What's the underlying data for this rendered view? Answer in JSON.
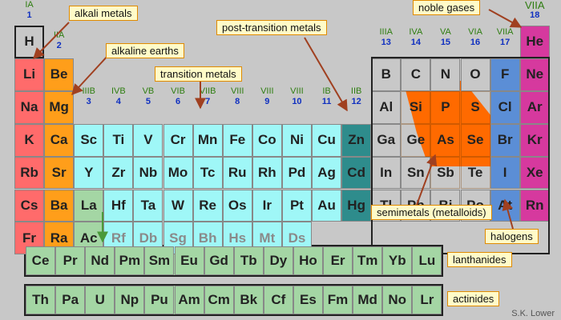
{
  "groups": [
    {
      "roman": "IA",
      "num": "1"
    },
    {
      "roman": "IIA",
      "num": "2"
    },
    {
      "roman": "IIIB",
      "num": "3"
    },
    {
      "roman": "IVB",
      "num": "4"
    },
    {
      "roman": "VB",
      "num": "5"
    },
    {
      "roman": "VIB",
      "num": "6"
    },
    {
      "roman": "VIIB",
      "num": "7"
    },
    {
      "roman": "VIII",
      "num": "8"
    },
    {
      "roman": "VIII",
      "num": "9"
    },
    {
      "roman": "VIII",
      "num": "10"
    },
    {
      "roman": "IB",
      "num": "11"
    },
    {
      "roman": "IIB",
      "num": "12"
    },
    {
      "roman": "IIIA",
      "num": "13"
    },
    {
      "roman": "IVA",
      "num": "14"
    },
    {
      "roman": "VA",
      "num": "15"
    },
    {
      "roman": "VIA",
      "num": "16"
    },
    {
      "roman": "VIIA",
      "num": "17"
    },
    {
      "roman": "VIIA",
      "num": "18"
    }
  ],
  "elements": [
    {
      "symbol": "H",
      "col": 1,
      "row": 1,
      "category": "hydrogen"
    },
    {
      "symbol": "He",
      "col": 18,
      "row": 1,
      "category": "noble"
    },
    {
      "symbol": "Li",
      "col": 1,
      "row": 2,
      "category": "alkali"
    },
    {
      "symbol": "Be",
      "col": 2,
      "row": 2,
      "category": "alkaline"
    },
    {
      "symbol": "B",
      "col": 13,
      "row": 2,
      "category": "semimetal"
    },
    {
      "symbol": "C",
      "col": 14,
      "row": 2,
      "category": "nonmetal"
    },
    {
      "symbol": "N",
      "col": 15,
      "row": 2,
      "category": "nonmetal"
    },
    {
      "symbol": "O",
      "col": 16,
      "row": 2,
      "category": "nonmetal"
    },
    {
      "symbol": "F",
      "col": 17,
      "row": 2,
      "category": "halogen"
    },
    {
      "symbol": "Ne",
      "col": 18,
      "row": 2,
      "category": "noble"
    },
    {
      "symbol": "Na",
      "col": 1,
      "row": 3,
      "category": "alkali"
    },
    {
      "symbol": "Mg",
      "col": 2,
      "row": 3,
      "category": "alkaline"
    },
    {
      "symbol": "Al",
      "col": 13,
      "row": 3,
      "category": "posttransition"
    },
    {
      "symbol": "Si",
      "col": 14,
      "row": 3,
      "category": "semimetal"
    },
    {
      "symbol": "P",
      "col": 15,
      "row": 3,
      "category": "semimetal"
    },
    {
      "symbol": "S",
      "col": 16,
      "row": 3,
      "category": "semimetal"
    },
    {
      "symbol": "Cl",
      "col": 17,
      "row": 3,
      "category": "halogen"
    },
    {
      "symbol": "Ar",
      "col": 18,
      "row": 3,
      "category": "noble"
    },
    {
      "symbol": "K",
      "col": 1,
      "row": 4,
      "category": "alkali"
    },
    {
      "symbol": "Ca",
      "col": 2,
      "row": 4,
      "category": "alkaline"
    },
    {
      "symbol": "Sc",
      "col": 3,
      "row": 4,
      "category": "transition"
    },
    {
      "symbol": "Ti",
      "col": 4,
      "row": 4,
      "category": "transition"
    },
    {
      "symbol": "V",
      "col": 5,
      "row": 4,
      "category": "transition"
    },
    {
      "symbol": "Cr",
      "col": 6,
      "row": 4,
      "category": "transition"
    },
    {
      "symbol": "Mn",
      "col": 7,
      "row": 4,
      "category": "transition"
    },
    {
      "symbol": "Fe",
      "col": 8,
      "row": 4,
      "category": "transition"
    },
    {
      "symbol": "Co",
      "col": 9,
      "row": 4,
      "category": "transition"
    },
    {
      "symbol": "Ni",
      "col": 10,
      "row": 4,
      "category": "transition"
    },
    {
      "symbol": "Cu",
      "col": 11,
      "row": 4,
      "category": "transition"
    },
    {
      "symbol": "Zn",
      "col": 12,
      "row": 4,
      "category": "group12"
    },
    {
      "symbol": "Ga",
      "col": 13,
      "row": 4,
      "category": "posttransition"
    },
    {
      "symbol": "Ge",
      "col": 14,
      "row": 4,
      "category": "semimetal"
    },
    {
      "symbol": "As",
      "col": 15,
      "row": 4,
      "category": "semimetal"
    },
    {
      "symbol": "Se",
      "col": 16,
      "row": 4,
      "category": "semimetal"
    },
    {
      "symbol": "Br",
      "col": 17,
      "row": 4,
      "category": "halogen"
    },
    {
      "symbol": "Kr",
      "col": 18,
      "row": 4,
      "category": "noble"
    },
    {
      "symbol": "Rb",
      "col": 1,
      "row": 5,
      "category": "alkali"
    },
    {
      "symbol": "Sr",
      "col": 2,
      "row": 5,
      "category": "alkaline"
    },
    {
      "symbol": "Y",
      "col": 3,
      "row": 5,
      "category": "transition"
    },
    {
      "symbol": "Zr",
      "col": 4,
      "row": 5,
      "category": "transition"
    },
    {
      "symbol": "Nb",
      "col": 5,
      "row": 5,
      "category": "transition"
    },
    {
      "symbol": "Mo",
      "col": 6,
      "row": 5,
      "category": "transition"
    },
    {
      "symbol": "Tc",
      "col": 7,
      "row": 5,
      "category": "transition"
    },
    {
      "symbol": "Ru",
      "col": 8,
      "row": 5,
      "category": "transition"
    },
    {
      "symbol": "Rh",
      "col": 9,
      "row": 5,
      "category": "transition"
    },
    {
      "symbol": "Pd",
      "col": 10,
      "row": 5,
      "category": "transition"
    },
    {
      "symbol": "Ag",
      "col": 11,
      "row": 5,
      "category": "transition"
    },
    {
      "symbol": "Cd",
      "col": 12,
      "row": 5,
      "category": "group12"
    },
    {
      "symbol": "In",
      "col": 13,
      "row": 5,
      "category": "posttransition"
    },
    {
      "symbol": "Sn",
      "col": 14,
      "row": 5,
      "category": "posttransition"
    },
    {
      "symbol": "Sb",
      "col": 15,
      "row": 5,
      "category": "semimetal"
    },
    {
      "symbol": "Te",
      "col": 16,
      "row": 5,
      "category": "semimetal"
    },
    {
      "symbol": "I",
      "col": 17,
      "row": 5,
      "category": "halogen"
    },
    {
      "symbol": "Xe",
      "col": 18,
      "row": 5,
      "category": "noble"
    },
    {
      "symbol": "Cs",
      "col": 1,
      "row": 6,
      "category": "alkali"
    },
    {
      "symbol": "Ba",
      "col": 2,
      "row": 6,
      "category": "alkaline"
    },
    {
      "symbol": "La",
      "col": 3,
      "row": 6,
      "category": "lanthanoid"
    },
    {
      "symbol": "Hf",
      "col": 4,
      "row": 6,
      "category": "transition"
    },
    {
      "symbol": "Ta",
      "col": 5,
      "row": 6,
      "category": "transition"
    },
    {
      "symbol": "W",
      "col": 6,
      "row": 6,
      "category": "transition"
    },
    {
      "symbol": "Re",
      "col": 7,
      "row": 6,
      "category": "transition"
    },
    {
      "symbol": "Os",
      "col": 8,
      "row": 6,
      "category": "transition"
    },
    {
      "symbol": "Ir",
      "col": 9,
      "row": 6,
      "category": "transition"
    },
    {
      "symbol": "Pt",
      "col": 10,
      "row": 6,
      "category": "transition"
    },
    {
      "symbol": "Au",
      "col": 11,
      "row": 6,
      "category": "transition"
    },
    {
      "symbol": "Hg",
      "col": 12,
      "row": 6,
      "category": "group12"
    },
    {
      "symbol": "Tl",
      "col": 13,
      "row": 6,
      "category": "posttransition"
    },
    {
      "symbol": "Pb",
      "col": 14,
      "row": 6,
      "category": "posttransition"
    },
    {
      "symbol": "Bi",
      "col": 15,
      "row": 6,
      "category": "posttransition"
    },
    {
      "symbol": "Po",
      "col": 16,
      "row": 6,
      "category": "posttransition"
    },
    {
      "symbol": "At",
      "col": 17,
      "row": 6,
      "category": "halogen"
    },
    {
      "symbol": "Rn",
      "col": 18,
      "row": 6,
      "category": "noble"
    },
    {
      "symbol": "Fr",
      "col": 1,
      "row": 7,
      "category": "alkali"
    },
    {
      "symbol": "Ra",
      "col": 2,
      "row": 7,
      "category": "alkaline"
    },
    {
      "symbol": "Ac",
      "col": 3,
      "row": 7,
      "category": "lanthanoid"
    },
    {
      "symbol": "Rf",
      "col": 4,
      "row": 7,
      "category": "synthetic"
    },
    {
      "symbol": "Db",
      "col": 5,
      "row": 7,
      "category": "synthetic"
    },
    {
      "symbol": "Sg",
      "col": 6,
      "row": 7,
      "category": "synthetic"
    },
    {
      "symbol": "Bh",
      "col": 7,
      "row": 7,
      "category": "synthetic"
    },
    {
      "symbol": "Hs",
      "col": 8,
      "row": 7,
      "category": "synthetic"
    },
    {
      "symbol": "Mt",
      "col": 9,
      "row": 7,
      "category": "synthetic"
    },
    {
      "symbol": "Ds",
      "col": 10,
      "row": 7,
      "category": "synthetic"
    }
  ],
  "lanthanides": [
    "Ce",
    "Pr",
    "Nd",
    "Pm",
    "Sm",
    "Eu",
    "Gd",
    "Tb",
    "Dy",
    "Ho",
    "Er",
    "Tm",
    "Yb",
    "Lu"
  ],
  "actinides": [
    "Th",
    "Pa",
    "U",
    "Np",
    "Pu",
    "Am",
    "Cm",
    "Bk",
    "Cf",
    "Es",
    "Fm",
    "Md",
    "No",
    "Lr"
  ],
  "labels": {
    "alkali_metals": "alkali metals",
    "alkaline_earths": "alkaline earths",
    "transition_metals": "transition metals",
    "post_transition_metals": "post-transition metals",
    "noble_gases": "noble gases",
    "semimetals": "semimetals (metalloids)",
    "halogens": "halogens",
    "lanthanides": "lanthanides",
    "actinides": "actinides"
  },
  "credit": "S.K. Lower",
  "colors": {
    "background": "#c8c8c8",
    "hydrogen": "#c8c8c8",
    "alkali": "#ff6b6b",
    "alkaline": "#ff9e1a",
    "transition": "#9ff7f7",
    "group12": "#2e8c8c",
    "lanthanoid": "#a4d6a4",
    "synthetic": "#9ff7f7",
    "posttransition": "#c8c8c8",
    "semimetal": "#ff6a00",
    "nonmetal": "#c8c8c8",
    "halogen": "#5b8ed6",
    "noble": "#d6399e",
    "callout_fill": "#fffbc8",
    "callout_border": "#e08a00",
    "arrow": "#a04020",
    "group_roman": "#2e7d10",
    "group_number": "#1030c0"
  }
}
